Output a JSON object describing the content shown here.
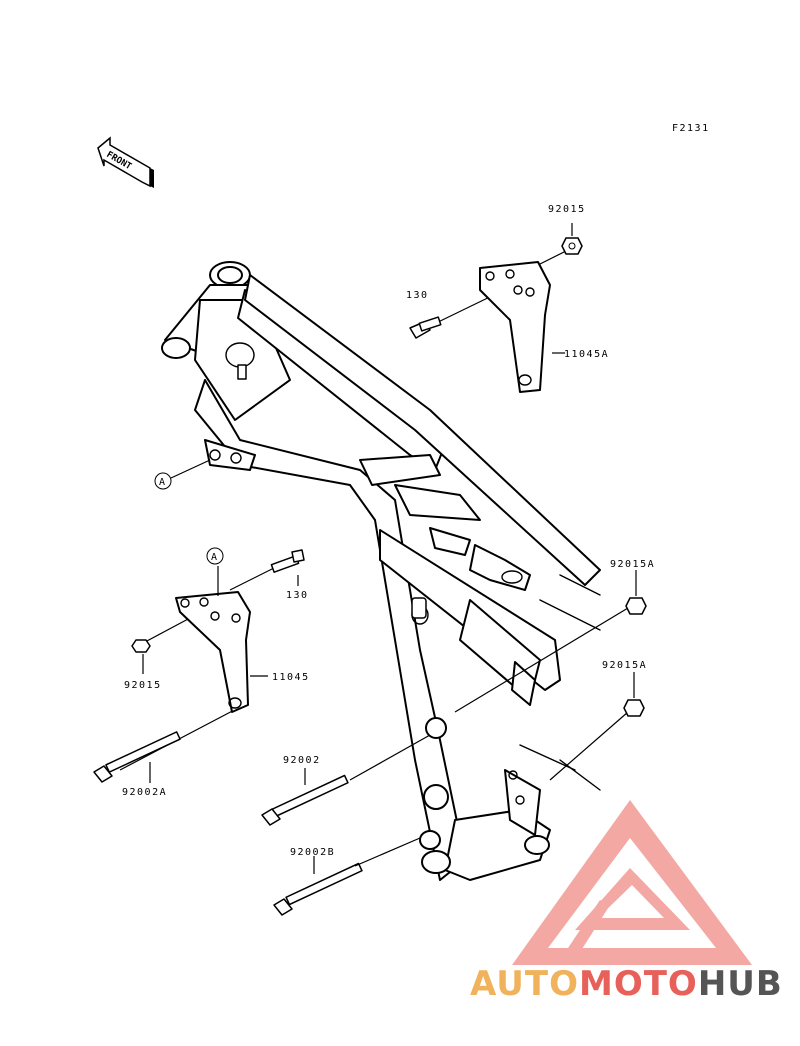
{
  "figure_code": "F2131",
  "front_label": "FRONT",
  "parts": {
    "nut_upper": "92015",
    "bolt_upper": "130",
    "bracket_upper": "11045A",
    "bolt_left": "130",
    "nut_left": "92015",
    "bracket_left": "11045",
    "long_bolt_a": "92002A",
    "nut_a1": "92015A",
    "nut_a2": "92015A",
    "long_bolt": "92002",
    "long_bolt_b": "92002B"
  },
  "callouts": {
    "ref_frame": "A",
    "ref_bracket": "A"
  },
  "watermark": {
    "part1": "AUTO",
    "part2": "MOTO",
    "part3": "HUB",
    "colors": {
      "auto": "#f0b35c",
      "moto": "#e8605a",
      "hub": "#555555",
      "logo": "#ef7f77"
    }
  }
}
